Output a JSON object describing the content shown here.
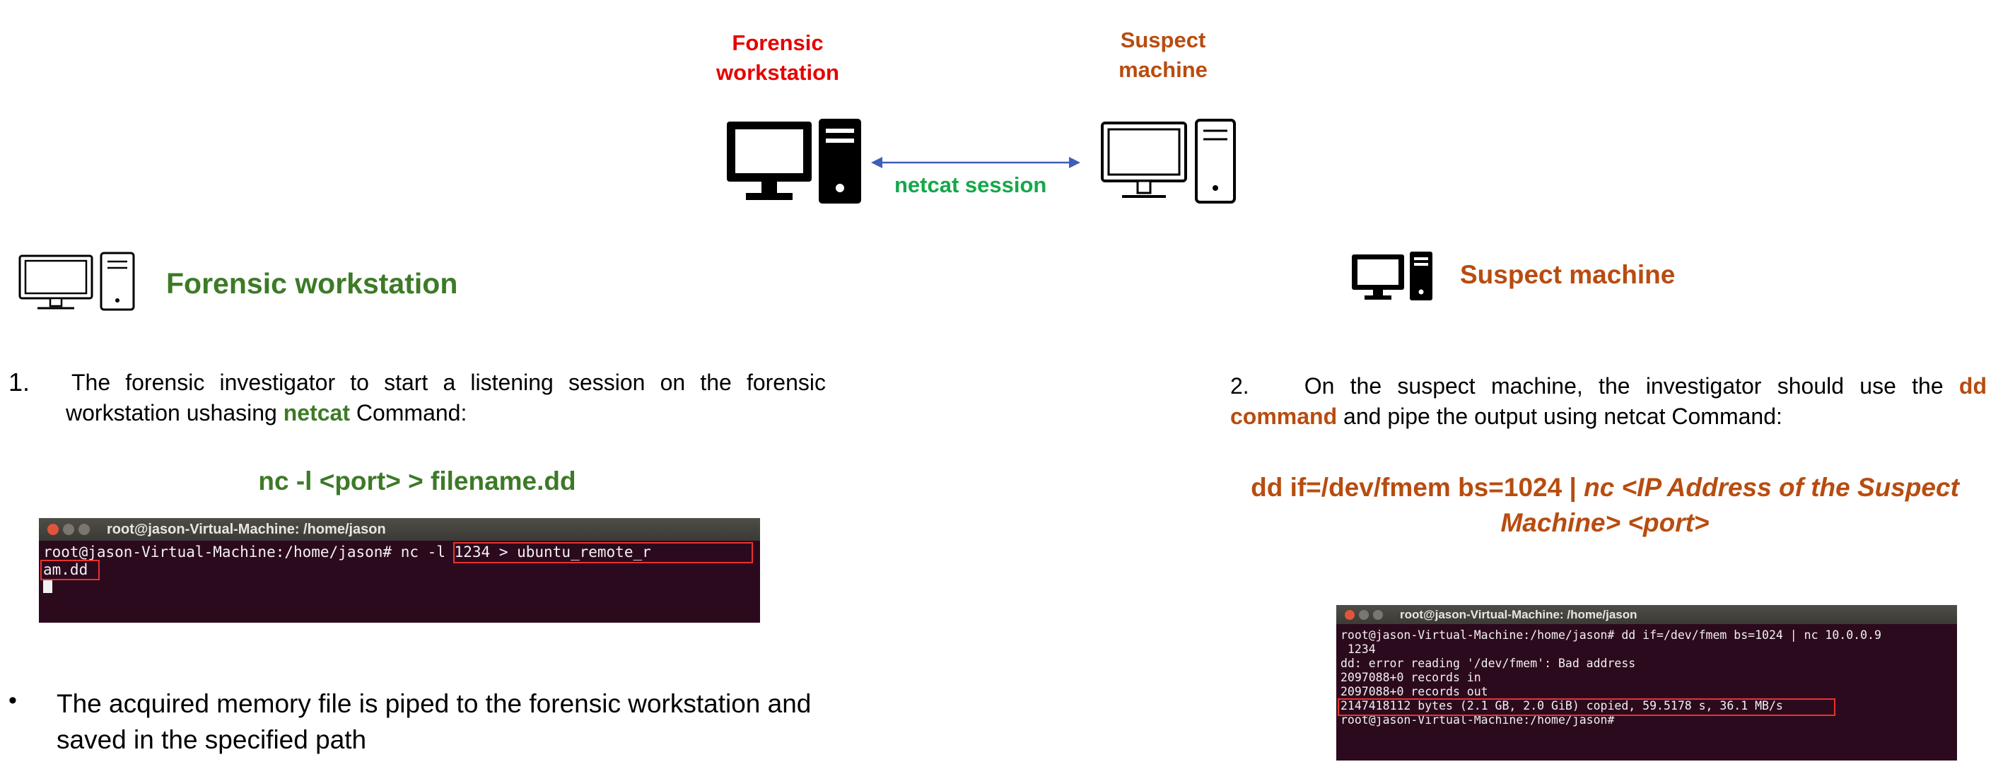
{
  "diagram": {
    "forensic_label": "Forensic\nworkstation",
    "suspect_label": "Suspect\nmachine",
    "link_label": "netcat session"
  },
  "left": {
    "title": "Forensic workstation",
    "step_number": "1.",
    "step_text_a": "The forensic investigator to start a listening session on the forensic workstation ushasing",
    "step_keyword": "netcat",
    "step_text_b": "Command:",
    "command": "nc -l <port> > filename.dd",
    "terminal": {
      "title": "root@jason-Virtual-Machine: /home/jason",
      "prompt": "root@jason-Virtual-Machine:/home/jason#",
      "command_part1": "nc -l 1234 > ubuntu_remote_r",
      "command_part2": "am.dd"
    },
    "bullet": "•",
    "bullet_text": "The acquired memory file is piped to the forensic workstation and saved in the specified path"
  },
  "right": {
    "title": "Suspect machine",
    "step_number": "2.",
    "step_text_a": "On the suspect machine, the investigator should use the",
    "step_keyword": "dd command",
    "step_text_b": "and pipe the output using netcat Command:",
    "command_plain": "dd if=/dev/fmem bs=1024 | ",
    "command_italic": "nc <IP Address of the Suspect Machine> <port>",
    "terminal": {
      "title": "root@jason-Virtual-Machine: /home/jason",
      "lines": [
        "root@jason-Virtual-Machine:/home/jason# dd if=/dev/fmem bs=1024 | nc 10.0.0.9",
        " 1234",
        "dd: error reading '/dev/fmem': Bad address",
        "2097088+0 records in",
        "2097088+0 records out",
        "2147418112 bytes (2.1 GB, 2.0 GiB) copied, 59.5178 s, 36.1 MB/s",
        "root@jason-Virtual-Machine:/home/jason#"
      ]
    }
  }
}
